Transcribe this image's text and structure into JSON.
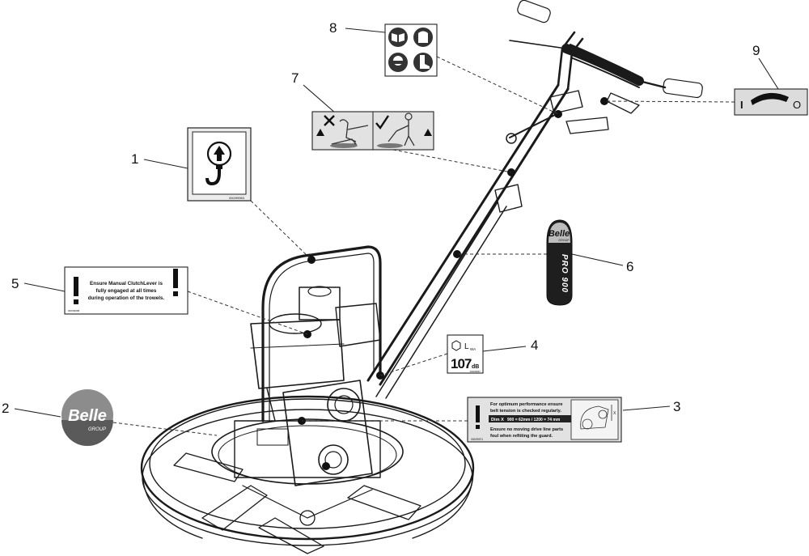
{
  "callouts": [
    "1",
    "2",
    "3",
    "4",
    "5",
    "6",
    "7",
    "8",
    "9"
  ],
  "decals": {
    "lifting_point": {
      "code": "000/99963"
    },
    "brand_logo": {
      "brand": "Belle",
      "sub": "GROUP"
    },
    "belt_tension": {
      "line1": "For optimum performance ensure",
      "line2": "belt tension is checked regularly.",
      "spec_dim": "Dim X",
      "spec_values": "900 = 62mm / 1200 = 74 mm",
      "line4": "Ensure no moving drive line parts",
      "line5": "foul when refitting the guard.",
      "code": "000/99971",
      "dim_label": "X"
    },
    "noise": {
      "unit_symbol": "L",
      "unit_sub": "WA",
      "value": "107",
      "unit": "dB",
      "code": "000/99967"
    },
    "clutch": {
      "line1": "Ensure Manual ClutchLever is",
      "line2": "fully engaged at all times",
      "line3": "during operation of the trowels.",
      "code": "000/99968"
    },
    "model_badge": {
      "brand": "Belle",
      "sub": "GROUP",
      "model": "PRO 900"
    },
    "throttle": {
      "off": "I",
      "on": "O"
    }
  }
}
